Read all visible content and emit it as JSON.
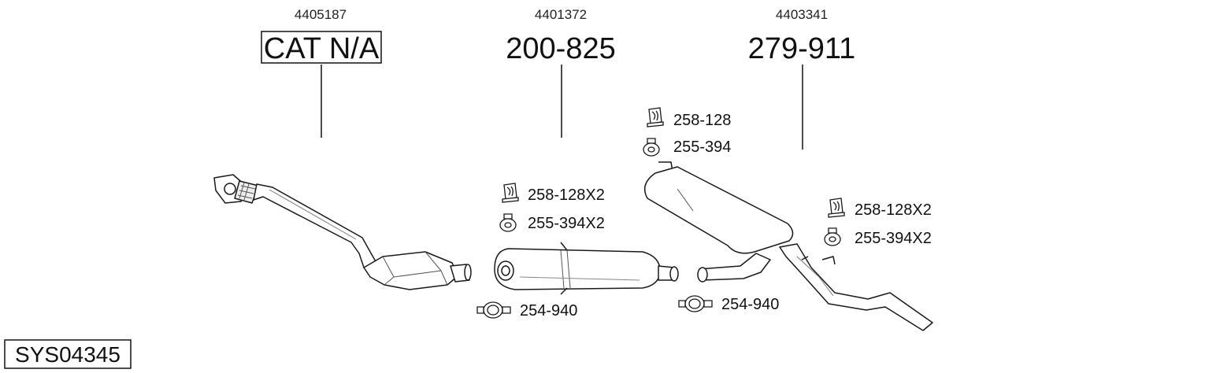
{
  "columns": [
    {
      "ref": "4405187",
      "code": "CAT N/A",
      "boxed": true
    },
    {
      "ref": "4401372",
      "code": "200-825",
      "boxed": false
    },
    {
      "ref": "4403341",
      "code": "279-911",
      "boxed": false
    }
  ],
  "fittings": {
    "middle_mount_rubber": "258-128X2",
    "middle_hanger": "255-394X2",
    "middle_clamp": "254-940",
    "rear_top_mount_rubber": "258-128",
    "rear_top_hanger": "255-394",
    "rear_mount_rubber": "258-128X2",
    "rear_hanger": "255-394X2",
    "rear_clamp": "254-940"
  },
  "system_code": "SYS04345",
  "icons": [
    "mount-rubber-icon",
    "hanger-ring-icon",
    "pipe-clamp-icon"
  ],
  "colors": {
    "line": "#1a1a1a",
    "fill": "#ffffff"
  }
}
